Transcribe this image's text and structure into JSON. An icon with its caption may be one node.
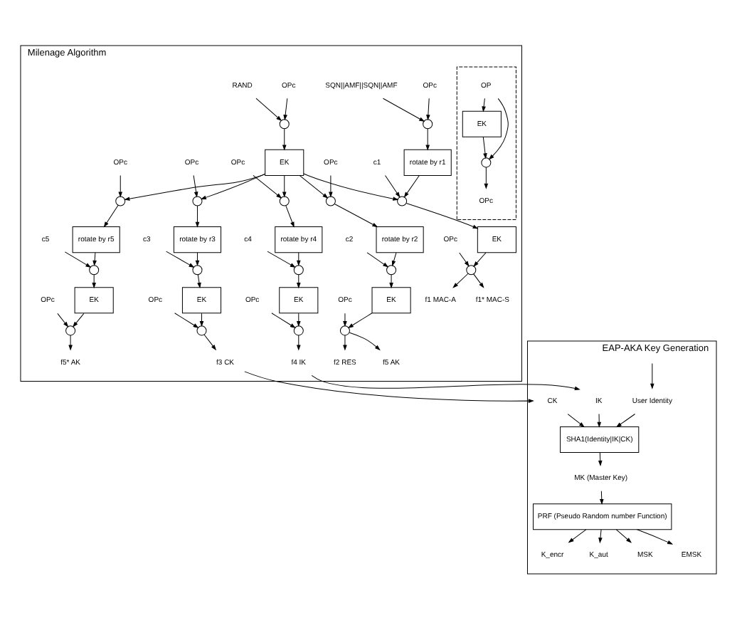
{
  "diagram": {
    "nodes": [
      {
        "text": [
          "Milenage Algorithm"
        ]
      },
      {
        "text": [
          "RAND"
        ],
        "in": 0
      },
      {
        "text": [],
        "shape": "circle",
        "in": 0
      },
      {
        "text": [
          "OPc"
        ],
        "in": 0
      },
      {
        "text": [
          "EK"
        ],
        "in": 0
      },
      {
        "text": [],
        "shape": "box",
        "in": 0
      },
      {
        "text": [
          "OP"
        ],
        "in": 5
      },
      {
        "text": [
          "EK"
        ],
        "in": 5
      },
      {
        "text": [],
        "shape": "circle",
        "in": 5
      },
      {
        "text": [
          "OPc"
        ],
        "in": 5
      },
      {
        "text": [
          "SQN||AMF||SQN||AMF"
        ],
        "in": 0
      },
      {
        "text": [
          "OPc"
        ],
        "in": 0
      },
      {
        "text": [],
        "shape": "circle",
        "in": 0
      },
      {
        "text": [
          "rotate by r1"
        ],
        "in": 0
      },
      {
        "text": [
          "c1"
        ],
        "in": 0
      },
      {
        "text": [],
        "shape": "circle",
        "in": 0
      },
      {
        "text": [
          "EK"
        ],
        "in": 0
      },
      {
        "text": [
          "OPc"
        ],
        "in": 0
      },
      {
        "text": [],
        "shape": "circle",
        "in": 0
      },
      {
        "text": [
          "OPc"
        ],
        "in": 0
      },
      {
        "text": [],
        "shape": "circle",
        "in": 0
      },
      {
        "text": [
          "rotate by r2"
        ],
        "in": 0
      },
      {
        "text": [
          "c2"
        ],
        "in": 0
      },
      {
        "text": [],
        "shape": "circle",
        "in": 0
      },
      {
        "text": [
          "EK"
        ],
        "in": 0
      },
      {
        "text": [
          "OPc"
        ],
        "in": 0
      },
      {
        "text": [],
        "shape": "circle",
        "in": 0
      },
      {
        "text": [
          "OPc"
        ],
        "in": 0
      },
      {
        "text": [],
        "shape": "circle",
        "in": 0
      },
      {
        "text": [
          "rotate by r3"
        ],
        "in": 0
      },
      {
        "text": [
          "c3"
        ],
        "in": 0
      },
      {
        "text": [],
        "shape": "circle",
        "in": 0
      },
      {
        "text": [
          "EK"
        ],
        "in": 0
      },
      {
        "text": [
          "OPc"
        ],
        "in": 0
      },
      {
        "text": [],
        "shape": "circle",
        "in": 0
      },
      {
        "text": [
          "OPc"
        ],
        "in": 0
      },
      {
        "text": [],
        "shape": "circle",
        "in": 0
      },
      {
        "text": [
          "rotate by r4"
        ],
        "in": 0
      },
      {
        "text": [
          "c4"
        ],
        "in": 0
      },
      {
        "text": [],
        "shape": "circle",
        "in": 0
      },
      {
        "text": [
          "EK"
        ],
        "in": 0
      },
      {
        "text": [
          "OPc"
        ],
        "in": 0
      },
      {
        "text": [],
        "shape": "circle",
        "in": 0
      },
      {
        "text": [
          "OPc"
        ],
        "in": 0
      },
      {
        "text": [],
        "shape": "circle",
        "in": 0
      },
      {
        "text": [
          "rotate by r5"
        ],
        "in": 0
      },
      {
        "text": [
          "c5"
        ],
        "in": 0
      },
      {
        "text": [],
        "shape": "circle",
        "in": 0
      },
      {
        "text": [
          "EK"
        ],
        "in": 0
      },
      {
        "text": [
          "OPc"
        ],
        "in": 0
      },
      {
        "text": [],
        "shape": "circle",
        "in": 0
      },
      {
        "text": [
          "f1 MAC-A"
        ],
        "in": 0
      },
      {
        "text": [
          "f1* MAC-S"
        ],
        "in": 0
      },
      {
        "text": [
          "f5 AK"
        ],
        "in": 0
      },
      {
        "text": [
          "f2 RES"
        ],
        "in": 0
      },
      {
        "text": [
          "f3 CK"
        ],
        "in": 0
      },
      {
        "text": [
          "f4 IK"
        ],
        "in": 0
      },
      {
        "text": [
          "f5* AK"
        ],
        "in": 0
      },
      {
        "text": [
          "EAP-AKA Key Generation"
        ]
      },
      {
        "text": [
          "User Identity"
        ],
        "in": 58
      },
      {
        "text": [
          "IK"
        ],
        "in": 58
      },
      {
        "text": [
          "CK"
        ],
        "in": 58
      },
      {
        "text": [
          "SHA1(Identity|IK|CK)"
        ],
        "in": 58
      },
      {
        "text": [
          "MK (Master Key)"
        ],
        "in": 58
      },
      {
        "text": [
          "PRF (Pseudo Random number Function)"
        ],
        "in": 58
      },
      {
        "text": [
          "K_encr"
        ],
        "in": 58
      },
      {
        "text": [
          "K_aut"
        ],
        "in": 58
      },
      {
        "text": [
          "MSK"
        ],
        "in": 58
      },
      {
        "text": [
          "EMSK"
        ],
        "in": 58
      }
    ],
    "edges": [
      {
        "from": 1,
        "to": 2,
        "arrow": "to"
      },
      {
        "from": 3,
        "to": 2,
        "arrow": "to"
      },
      {
        "from": 2,
        "to": 4,
        "arrow": "to"
      },
      {
        "from": 6,
        "to": 7,
        "arrow": "to"
      },
      {
        "from": 7,
        "to": 8,
        "arrow": "to"
      },
      {
        "from": 6,
        "to": 8,
        "arrow": "to"
      },
      {
        "from": 8,
        "to": 9,
        "arrow": "to"
      },
      {
        "from": 10,
        "to": 12,
        "arrow": "to"
      },
      {
        "from": 11,
        "to": 12,
        "arrow": "to"
      },
      {
        "from": 12,
        "to": 13,
        "arrow": "to"
      },
      {
        "from": 13,
        "to": 15,
        "arrow": "to"
      },
      {
        "from": 14,
        "to": 15,
        "arrow": "to"
      },
      {
        "from": 4,
        "to": 15,
        "arrow": "to"
      },
      {
        "from": 15,
        "to": 16,
        "arrow": "to"
      },
      {
        "from": 16,
        "to": 18,
        "arrow": "to"
      },
      {
        "from": 17,
        "to": 18,
        "arrow": "to"
      },
      {
        "from": 4,
        "to": 20,
        "arrow": "to"
      },
      {
        "from": 19,
        "to": 20,
        "arrow": "to"
      },
      {
        "from": 20,
        "to": 21,
        "arrow": "to"
      },
      {
        "from": 21,
        "to": 23,
        "arrow": "to"
      },
      {
        "from": 22,
        "to": 23,
        "arrow": "to"
      },
      {
        "from": 23,
        "to": 24,
        "arrow": "to"
      },
      {
        "from": 24,
        "to": 26,
        "arrow": "to"
      },
      {
        "from": 25,
        "to": 26,
        "arrow": "to"
      },
      {
        "from": 4,
        "to": 28,
        "arrow": "to"
      },
      {
        "from": 27,
        "to": 28,
        "arrow": "to"
      },
      {
        "from": 28,
        "to": 29,
        "arrow": "to"
      },
      {
        "from": 29,
        "to": 31,
        "arrow": "to"
      },
      {
        "from": 30,
        "to": 31,
        "arrow": "to"
      },
      {
        "from": 31,
        "to": 32,
        "arrow": "to"
      },
      {
        "from": 32,
        "to": 34,
        "arrow": "to"
      },
      {
        "from": 33,
        "to": 34,
        "arrow": "to"
      },
      {
        "from": 4,
        "to": 36,
        "arrow": "to"
      },
      {
        "from": 35,
        "to": 36,
        "arrow": "to"
      },
      {
        "from": 36,
        "to": 37,
        "arrow": "to"
      },
      {
        "from": 37,
        "to": 39,
        "arrow": "to"
      },
      {
        "from": 38,
        "to": 39,
        "arrow": "to"
      },
      {
        "from": 39,
        "to": 40,
        "arrow": "to"
      },
      {
        "from": 40,
        "to": 42,
        "arrow": "to"
      },
      {
        "from": 41,
        "to": 42,
        "arrow": "to"
      },
      {
        "from": 4,
        "to": 44,
        "arrow": "to"
      },
      {
        "from": 43,
        "to": 44,
        "arrow": "to"
      },
      {
        "from": 44,
        "to": 45,
        "arrow": "to"
      },
      {
        "from": 45,
        "to": 47,
        "arrow": "to"
      },
      {
        "from": 46,
        "to": 47,
        "arrow": "to"
      },
      {
        "from": 47,
        "to": 48,
        "arrow": "to"
      },
      {
        "from": 48,
        "to": 50,
        "arrow": "to"
      },
      {
        "from": 49,
        "to": 50,
        "arrow": "to"
      },
      {
        "from": 18,
        "to": 51,
        "arrow": "to"
      },
      {
        "from": 18,
        "to": 52,
        "arrow": "to"
      },
      {
        "from": 26,
        "to": 53,
        "arrow": "to"
      },
      {
        "from": 26,
        "to": 54,
        "arrow": "to"
      },
      {
        "from": 34,
        "to": 55,
        "arrow": "to"
      },
      {
        "from": 42,
        "to": 56,
        "arrow": "to"
      },
      {
        "from": 50,
        "to": 57,
        "arrow": "to"
      },
      {
        "from": 55,
        "to": 61,
        "arrow": "to"
      },
      {
        "from": 56,
        "to": 60,
        "arrow": "to"
      },
      {
        "from": null,
        "to": 59,
        "arrow": "to"
      },
      {
        "from": 59,
        "to": 62,
        "arrow": "to"
      },
      {
        "from": 60,
        "to": 62,
        "arrow": "to"
      },
      {
        "from": 61,
        "to": 62,
        "arrow": "to"
      },
      {
        "from": 62,
        "to": 63,
        "arrow": "to"
      },
      {
        "from": 63,
        "to": 64,
        "arrow": "to"
      },
      {
        "from": 64,
        "to": 65,
        "arrow": "to"
      },
      {
        "from": 64,
        "to": 66,
        "arrow": "to"
      },
      {
        "from": 64,
        "to": 67,
        "arrow": "to"
      },
      {
        "from": 64,
        "to": 68,
        "arrow": "to"
      }
    ]
  }
}
